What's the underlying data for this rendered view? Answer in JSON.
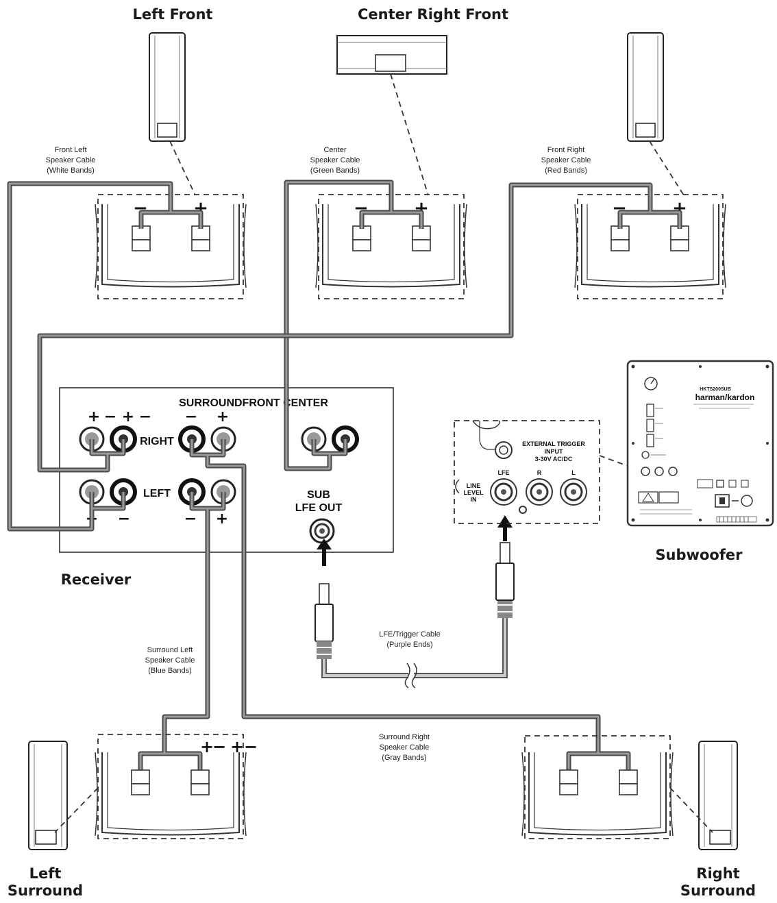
{
  "titles": {
    "left_front": "Left Front",
    "center_right_front": "Center Right Front",
    "receiver": "Receiver",
    "subwoofer": "Subwoofer",
    "left_surround_1": "Left",
    "left_surround_2": "Surround",
    "right_surround_1": "Right",
    "right_surround_2": "Surround"
  },
  "cables": {
    "front_left": [
      "Front Left",
      "Speaker Cable",
      "(White Bands)"
    ],
    "center": [
      "Center",
      "Speaker Cable",
      "(Green Bands)"
    ],
    "front_right": [
      "Front Right",
      "Speaker Cable",
      "(Red Bands)"
    ],
    "surround_left": [
      "Surround Left",
      "Speaker Cable",
      "(Blue Bands)"
    ],
    "surround_right": [
      "Surround Right",
      "Speaker Cable",
      "(Gray Bands)"
    ],
    "lfe": [
      "LFE/Trigger Cable",
      "(Purple Ends)"
    ]
  },
  "receiver_panel": {
    "header": "SURROUNDFRONT CENTER",
    "right": "RIGHT",
    "left": "LEFT",
    "sub_1": "SUB",
    "sub_2": "LFE OUT",
    "plus": "+",
    "minus": "−"
  },
  "sub_panel": {
    "trigger_1": "EXTERNAL TRIGGER",
    "trigger_2": "INPUT",
    "trigger_3": "3-30V AC/DC",
    "line_1": "LINE",
    "line_2": "LEVEL",
    "line_3": "IN",
    "lfe": "LFE",
    "r": "R",
    "l": "L"
  },
  "sub_rear": {
    "model": "HKTS200SUB",
    "brand": "harman/kardon"
  }
}
